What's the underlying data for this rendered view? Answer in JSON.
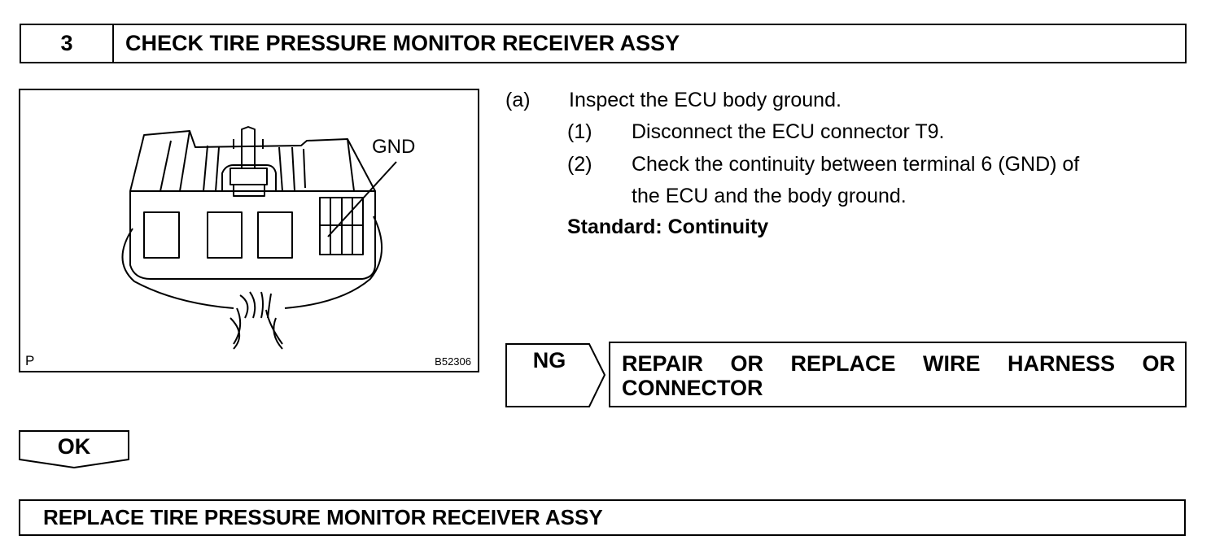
{
  "header": {
    "step_number": "3",
    "title": "CHECK TIRE PRESSURE MONITOR RECEIVER ASSY"
  },
  "figure": {
    "gnd_label": "GND",
    "corner_letter": "P",
    "figure_code": "B52306"
  },
  "instructions": {
    "a_marker": "(a)",
    "a_text": "Inspect the ECU body ground.",
    "step1_marker": "(1)",
    "step1_text": "Disconnect the ECU connector T9.",
    "step2_marker": "(2)",
    "step2_text_line1": "Check the continuity between terminal 6 (GND) of",
    "step2_text_line2": "the ECU and the body ground.",
    "standard": "Standard: Continuity"
  },
  "ng_branch": {
    "label": "NG",
    "action_line1_words": [
      "REPAIR",
      "OR",
      "REPLACE",
      "WIRE",
      "HARNESS",
      "OR"
    ],
    "action_line2": "CONNECTOR"
  },
  "ok_branch": {
    "label": "OK",
    "result": "REPLACE TIRE PRESSURE MONITOR RECEIVER ASSY"
  }
}
